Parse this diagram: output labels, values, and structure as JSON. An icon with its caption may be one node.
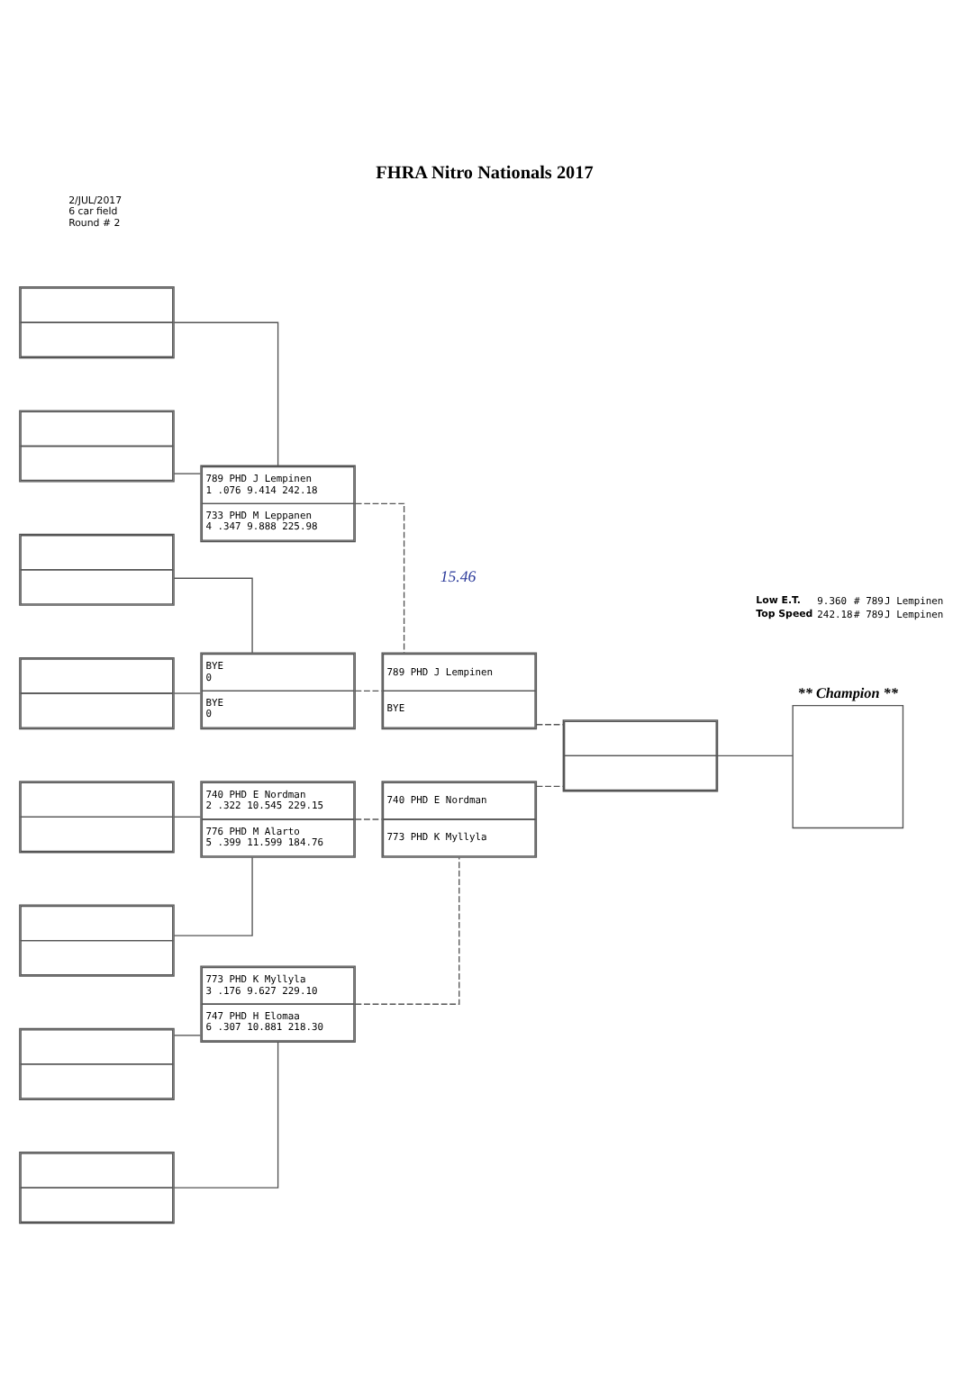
{
  "diagram": {
    "title": "FHRA Nitro Nationals 2017",
    "nodes": [
      {
        "text": [],
        "shape": "box"
      },
      {
        "text": [],
        "shape": "box"
      },
      {
        "text": [],
        "shape": "box"
      },
      {
        "text": [],
        "shape": "box"
      },
      {
        "text": [],
        "shape": "box"
      },
      {
        "text": [],
        "shape": "box"
      },
      {
        "text": [],
        "shape": "box"
      },
      {
        "text": [],
        "shape": "box"
      },
      {
        "text": [
          "789 PHD J Lempinen",
          "1 .076 9.414 242.18",
          "733 PHD M Leppanen",
          "4 .347 9.888 225.98"
        ]
      },
      {
        "text": [
          "BYE",
          "0",
          "BYE",
          "0"
        ]
      },
      {
        "text": [
          "740 PHD E Nordman",
          "2 .322 10.545 229.15",
          "776 PHD M Alarto",
          "5 .399 11.599 184.76"
        ]
      },
      {
        "text": [
          "773 PHD K Myllyla",
          "3 .176 9.627 229.10",
          "747 PHD H Elomaa",
          "6 .307 10.881 218.30"
        ]
      },
      {
        "text": [
          "789 PHD J Lempinen",
          "BYE"
        ]
      },
      {
        "text": [
          "740 PHD E Nordman",
          "773 PHD K Myllyla"
        ]
      },
      {
        "text": [],
        "shape": "box"
      },
      {
        "text": [
          "** Champion **"
        ]
      }
    ],
    "edges": [
      {
        "from": 0,
        "to": 8,
        "arrow": "none"
      },
      {
        "from": 1,
        "to": 8,
        "arrow": "none"
      },
      {
        "from": 2,
        "to": 9,
        "arrow": "none"
      },
      {
        "from": 3,
        "to": 9,
        "arrow": "none"
      },
      {
        "from": 4,
        "to": 10,
        "arrow": "none"
      },
      {
        "from": 5,
        "to": 10,
        "arrow": "none"
      },
      {
        "from": 6,
        "to": 11,
        "arrow": "none"
      },
      {
        "from": 7,
        "to": 11,
        "arrow": "none"
      },
      {
        "from": 8,
        "to": 12,
        "arrow": "none",
        "style": "dashed"
      },
      {
        "from": 9,
        "to": 12,
        "arrow": "none",
        "style": "dashed"
      },
      {
        "from": 10,
        "to": 13,
        "arrow": "none",
        "style": "dashed"
      },
      {
        "from": 11,
        "to": 13,
        "arrow": "none",
        "style": "dashed"
      },
      {
        "from": 12,
        "to": 14,
        "arrow": "none",
        "style": "dashed"
      },
      {
        "from": 13,
        "to": 14,
        "arrow": "none",
        "style": "dashed"
      },
      {
        "from": 14,
        "to": 15,
        "arrow": "none"
      }
    ],
    "labels": [
      "2/JUL/2017",
      "6 car field",
      "Round # 2",
      "15.46",
      "Low E.T.",
      "9.360",
      "# 789",
      "J Lempinen",
      "Top Speed",
      "242.18",
      "# 789",
      "J Lempinen"
    ]
  }
}
